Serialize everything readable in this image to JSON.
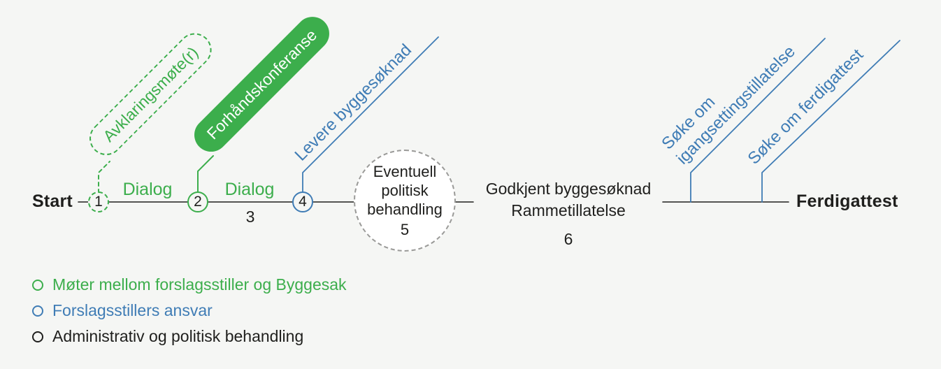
{
  "colors": {
    "green": "#3cae4c",
    "blue": "#3f7cb5",
    "ink": "#1f1f1d",
    "dashed_gray": "#9a9a98",
    "background": "#f5f6f4",
    "circle_fill": "#ffffff"
  },
  "timeline": {
    "start_label": "Start",
    "end_label": "Ferdigattest",
    "dialog_label_1": "Dialog",
    "dialog_label_2": "Dialog",
    "node_1": "1",
    "node_2": "2",
    "node_3": "3",
    "node_4": "4",
    "node_5": "5",
    "node_6": "6",
    "avklaringsmote_label": "Avklaringsmøte(r)",
    "forhandskonferanse_label": "Forhåndskonferanse",
    "levere_byggesoknad_label": "Levere byggesøknad",
    "eventuell_politisk_label": "Eventuell politisk behandling",
    "godkjent_line_1": "Godkjent byggesøknad",
    "godkjent_line_2": "Rammetillatelse",
    "soke_igangsetting_line_1": "Søke om",
    "soke_igangsetting_line_2": "igangsettingstillatelse",
    "soke_ferdigattest_label": "Søke om ferdigattest"
  },
  "legend": {
    "items": [
      {
        "label": "Møter mellom forslagsstiller og Byggesak",
        "color": "#3cae4c"
      },
      {
        "label": "Forslagsstillers ansvar",
        "color": "#3f7cb5"
      },
      {
        "label": "Administrativ og politisk behandling",
        "color": "#1f1f1d"
      }
    ]
  }
}
